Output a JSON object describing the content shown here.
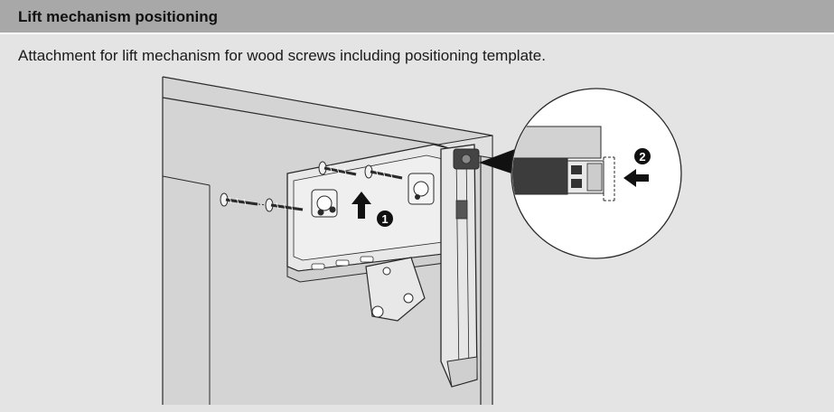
{
  "header": {
    "title": "Lift mechanism positioning"
  },
  "description": {
    "text": "Attachment for lift mechanism for wood screws including positioning template."
  },
  "steps": {
    "step1": "1",
    "step2": "2"
  },
  "colors": {
    "header_bg": "#a8a8a8",
    "page_bg": "#e4e4e4",
    "line": "#2a2a2a",
    "cabinet_fill": "#d4d4d4",
    "dark_part": "#333333"
  }
}
